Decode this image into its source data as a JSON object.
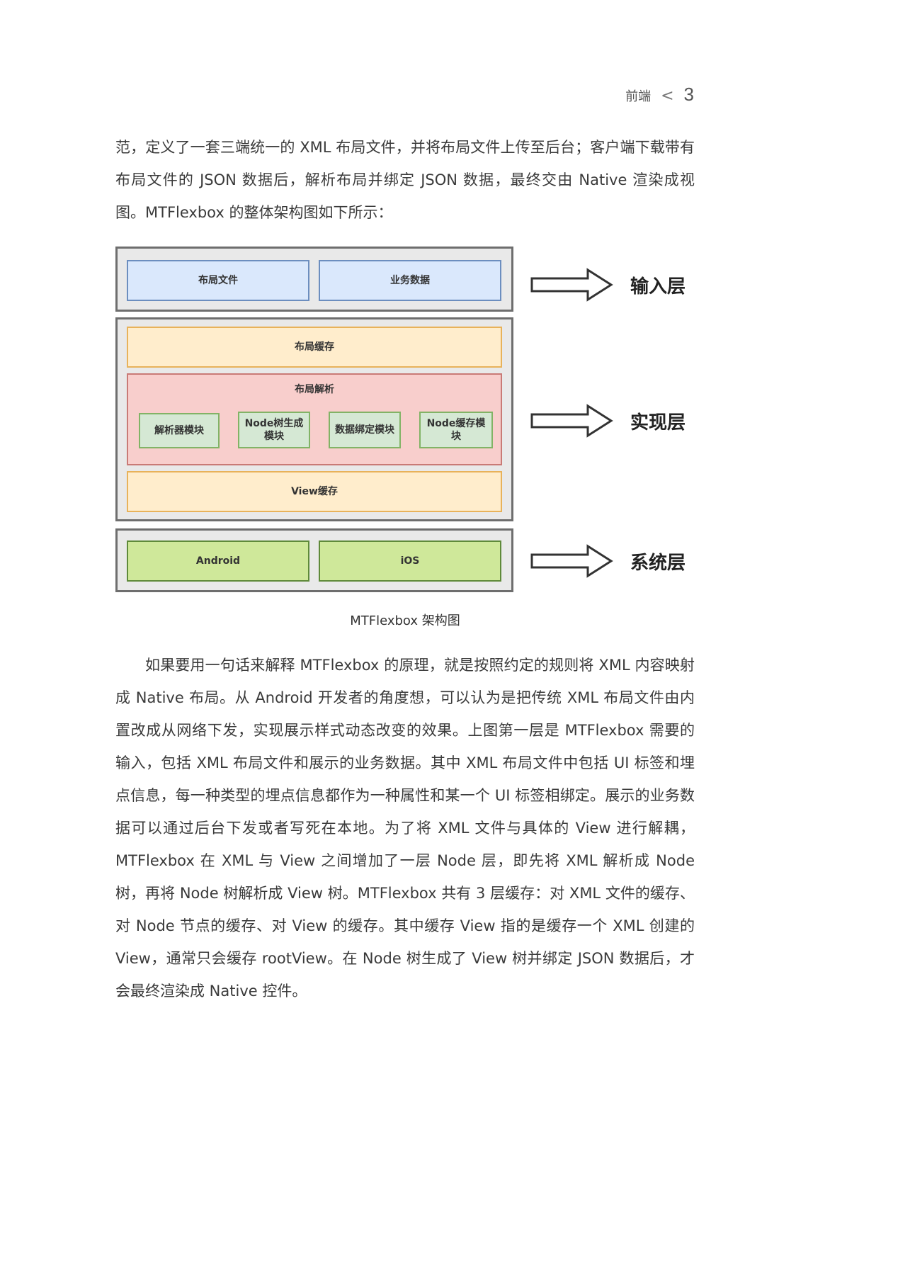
{
  "header": {
    "section": "前端",
    "separator": "<",
    "page_number": "3"
  },
  "paragraph1": "范，定义了一套三端统一的 XML 布局文件，并将布局文件上传至后台；客户端下载带有布局文件的 JSON 数据后，解析布局并绑定 JSON 数据，最终交由 Native 渲染成视图。MTFlexbox 的整体架构图如下所示：",
  "diagram": {
    "input_layer": {
      "boxes": [
        "布局文件",
        "业务数据"
      ],
      "label": "输入层"
    },
    "implementation_layer": {
      "layout_cache": "布局缓存",
      "layout_parsing": {
        "title": "布局解析",
        "modules": [
          "解析器模块",
          "Node树生成模块",
          "数据绑定模块",
          "Node缓存模块"
        ]
      },
      "view_cache": "View缓存",
      "label": "实现层"
    },
    "system_layer": {
      "boxes": [
        "Android",
        "iOS"
      ],
      "label": "系统层"
    },
    "colors": {
      "input": "#dae8fc",
      "cache": "#ffedcc",
      "parsing": "#f8cecc",
      "module": "#d5e8d4",
      "system": "#cfe89a"
    }
  },
  "caption": "MTFlexbox 架构图",
  "paragraph2": "如果要用一句话来解释 MTFlexbox 的原理，就是按照约定的规则将 XML 内容映射成 Native 布局。从 Android 开发者的角度想，可以认为是把传统 XML 布局文件由内置改成从网络下发，实现展示样式动态改变的效果。上图第一层是 MTFlexbox 需要的输入，包括 XML 布局文件和展示的业务数据。其中 XML 布局文件中包括 UI 标签和埋点信息，每一种类型的埋点信息都作为一种属性和某一个 UI 标签相绑定。展示的业务数据可以通过后台下发或者写死在本地。为了将 XML 文件与具体的 View 进行解耦，MTFlexbox 在 XML 与 View 之间增加了一层 Node 层，即先将 XML 解析成 Node 树，再将 Node 树解析成 View 树。MTFlexbox 共有 3 层缓存：对 XML 文件的缓存、对 Node 节点的缓存、对 View 的缓存。其中缓存 View 指的是缓存一个 XML 创建的 View，通常只会缓存 rootView。在 Node 树生成了 View 树并绑定 JSON 数据后，才会最终渲染成 Native 控件。"
}
